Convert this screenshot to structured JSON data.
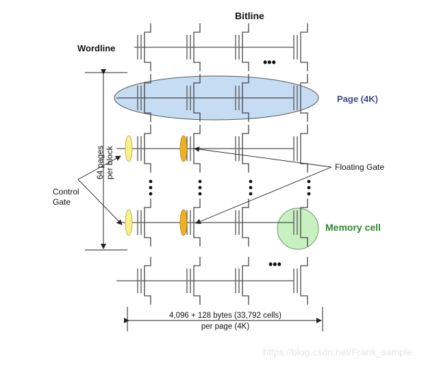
{
  "diagram": {
    "title": "NAND flash memory block organization",
    "labels": {
      "bitline": "Bitline",
      "wordline": "Wordline",
      "page": "Page (4K)",
      "pages_per_block_line1": "64 pages",
      "pages_per_block_line2": "per block",
      "control_gate_line1": "Control",
      "control_gate_line2": "Gate",
      "floating_gate": "Floating Gate",
      "memory_cell": "Memory cell",
      "page_size_line1": "4,096 + 128 bytes (33,792 cells)",
      "page_size_line2": "per page (4K)",
      "ellipsis": "•••"
    },
    "colors": {
      "page_fill": "#c5dcf2",
      "page_text": "#3a4a8c",
      "memory_cell_fill": "#c8f0c0",
      "memory_cell_text": "#2a8a2a",
      "control_gate_fill": "#f8f08a",
      "floating_gate_fill": "#f0b020",
      "line": "#222222"
    },
    "structure": {
      "columns": 4,
      "rows_shown": 5,
      "pages_per_block": 64,
      "bytes_per_page": 4096,
      "spare_bytes_per_page": 128,
      "cells_per_page": 33792
    }
  },
  "watermark": "https://blog.csdn.net/Frank_sample"
}
